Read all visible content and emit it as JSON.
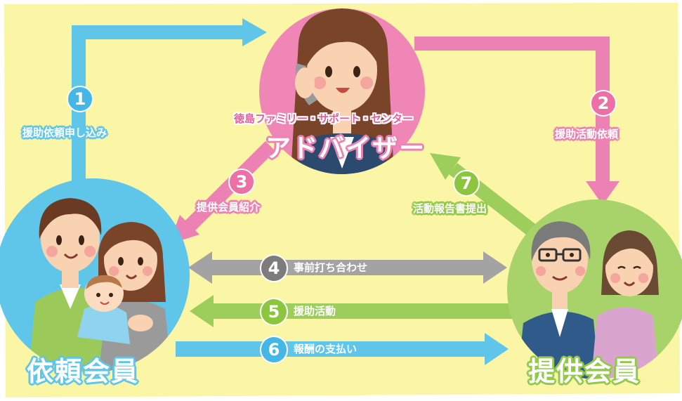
{
  "advisor": {
    "org": "徳島ファミリー・サポート・センター",
    "title": "アドバイザー"
  },
  "requester": {
    "title": "依頼会員"
  },
  "provider": {
    "title": "提供会員"
  },
  "steps": {
    "s1": {
      "num": "1",
      "label": "援助依頼申し込み"
    },
    "s2": {
      "num": "2",
      "label": "援助活動依頼"
    },
    "s3": {
      "num": "3",
      "label": "提供会員紹介"
    },
    "s4": {
      "num": "4",
      "label": "事前打ち合わせ"
    },
    "s5": {
      "num": "5",
      "label": "援助活動"
    },
    "s6": {
      "num": "6",
      "label": "報酬の支払い"
    },
    "s7": {
      "num": "7",
      "label": "活動報告書提出"
    }
  },
  "colors": {
    "background": "#fbf5a6",
    "blue": "#5fc6ea",
    "pink": "#ec82b3",
    "green": "#9dcd5a",
    "gray": "#a3a3a3"
  }
}
